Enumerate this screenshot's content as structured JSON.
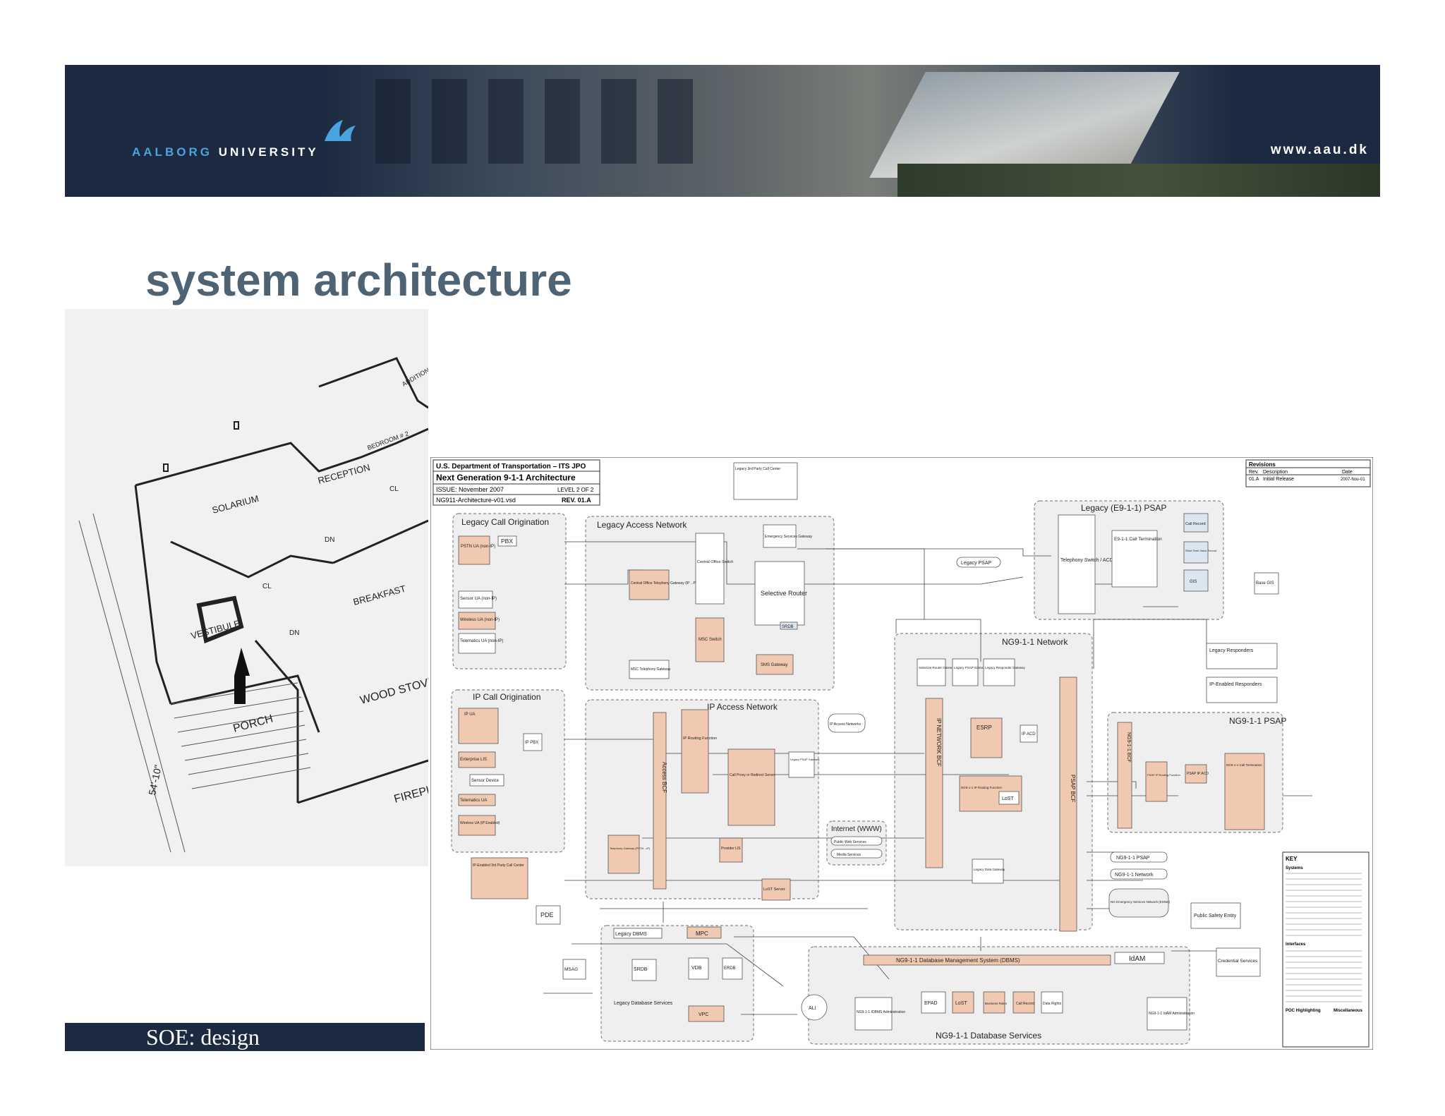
{
  "header": {
    "university_name_part1": "AALBORG",
    "university_name_part2": "UNIVERSITY",
    "url": "www.aau.dk"
  },
  "slide": {
    "title": "system architecture",
    "footer_text": "SOE: design"
  },
  "blueprint": {
    "rooms": [
      "SOLARIUM",
      "RECEPTION",
      "VESTIBULE",
      "BREAKFAST",
      "PORCH",
      "WOOD STOVE",
      "FIREPLACE"
    ],
    "labels": [
      "ADDITION",
      "BEDROOM # 2",
      "CL",
      "CL",
      "DN",
      "DN",
      "54'-10\""
    ]
  },
  "diagram": {
    "header": {
      "org": "U.S. Department of Transportation – ITS JPO",
      "title": "Next Generation 9-1-1 Architecture",
      "issue": "ISSUE: November 2007",
      "level": "LEVEL 2 OF 2",
      "file": "NG911-Architecture-v01.vsd",
      "rev": "REV. 01.A"
    },
    "revisions": {
      "title": "Revisions",
      "cols": [
        "Rev.",
        "Description",
        "Date"
      ],
      "row": [
        "01.A",
        "Initial Release",
        "2007-Nov-01"
      ]
    },
    "regions": [
      "Legacy Call Origination",
      "Legacy Access Network",
      "Legacy (E9-1-1) PSAP",
      "NG9-1-1 Network",
      "IP Call Origination",
      "IP Access Network",
      "NG9-1-1 PSAP",
      "Internet (WWW)",
      "NG9-1-1 Database Services",
      "NG9-1-1 Database Management System (DBMS)"
    ],
    "boxes": [
      "PSTN UA (non-IP)",
      "PBX",
      "Sensor UA (non-IP)",
      "Wireless UA (non-IP)",
      "Telematics UA (non-IP)",
      "Central Office Telephony Gateway (IP→PSTN)",
      "Central Office Switch",
      "MSC Switch",
      "MSC Telephony Gateway",
      "Emergency Services Gateway",
      "Selective Router",
      "SRDB",
      "SMS Gateway",
      "Telephony Switch / ACD",
      "E9-1-1 Call Termination",
      "Call Record",
      "Short Term Voice Record",
      "GIS",
      "Base GIS",
      "Legacy PSAP",
      "Legacy Responders",
      "IP-Enabled Responders",
      "Selective Router Gateway",
      "Legacy PSAP Gateway",
      "Legacy Responder Gateway",
      "IP NETWORK BCF",
      "ESRP",
      "NG9-1-1 IP Routing Function",
      "LoST",
      "IP ACD",
      "PSAP BCF",
      "IP UA",
      "IP PBX",
      "Enterprise LIS",
      "Sensor Device",
      "Telematics UA",
      "Wireless UA (IP Enabled)",
      "IP-Enabled 3rd Party Call Center",
      "Access BCF",
      "IP Routing Function",
      "Call Proxy or Redirect Server",
      "Legacy PSAP Gateway",
      "Telephony Gateway (PSTN→IP)",
      "Provider LIS",
      "LoST Server",
      "IP Access Networks",
      "Public Web Services",
      "Media Services",
      "Legacy Data Gateway",
      "NG9-1-1 PSAP",
      "NG9-1-1 Network",
      "NG Emergency Services Network (ESNet)",
      "Public Safety Entity",
      "Credential Services",
      "NG9-1-1 BCF",
      "PSAP IP Routing Function",
      "PSAP IP ACD",
      "NG9-1-1 Call Termination",
      "PDE",
      "Legacy DBMS",
      "MPC",
      "SRDB",
      "VDB",
      "ERDB",
      "VPC",
      "MSAG",
      "Legacy Database Services",
      "ALI",
      "NG9-1-1 IDBMS Administration",
      "EPAD",
      "LoST",
      "Business Rules",
      "Call Record",
      "Data Rights",
      "IdAM",
      "NG9-1-1 IdAM Administration",
      "Legacy 3rd Party Call Center"
    ],
    "key_title": "KEY",
    "key_sections": [
      "Systems",
      "Interfaces",
      "POC Highlighting",
      "Miscellaneous"
    ]
  },
  "colors": {
    "banner": "#1b2a40",
    "title": "#4e6475",
    "logo_accent": "#4aa3df",
    "node_fill": "#f1c9b0",
    "region_fill": "#efefef"
  }
}
